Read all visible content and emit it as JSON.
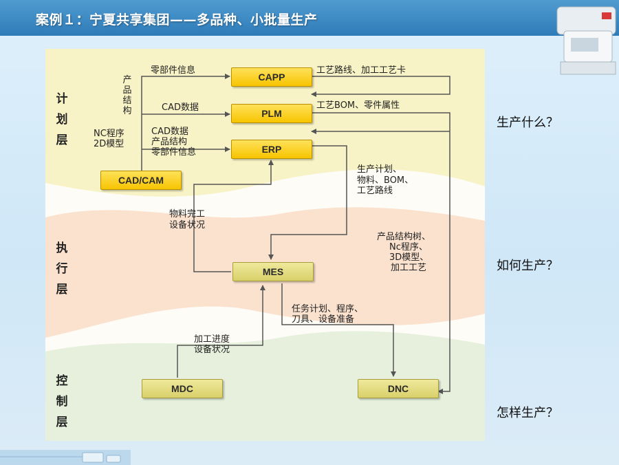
{
  "slide": {
    "title": "案例１：宁夏共享集团——多品种、小批量生产"
  },
  "layers": {
    "plan": "计划层",
    "exec": "执行层",
    "control": "控制层"
  },
  "questions": {
    "q1": "生产什么？",
    "q2": "如何生产？",
    "q3": "怎样生产？"
  },
  "nodes": {
    "capp": "CAPP",
    "plm": "PLM",
    "erp": "ERP",
    "cadcam": "CAD/CAM",
    "mes": "MES",
    "mdc": "MDC",
    "dnc": "DNC"
  },
  "edges": {
    "parts_info": "零部件信息",
    "product_structure": "产品结构",
    "cad_data": "CAD数据",
    "nc_program": "NC程序",
    "model_2d": "2D模型",
    "cad_data2": "CAD数据",
    "product_structure2": "产品结构",
    "parts_info2": "零部件信息",
    "process_route": "工艺路线、加工工艺卡",
    "bom_attr": "工艺BOM、零件属性",
    "plan1": "生产计划、",
    "plan2": "物料、BOM、",
    "plan3": "工艺路线",
    "mat1": "物料完工",
    "mat2": "设备状况",
    "dnc1": "产品结构树、",
    "dnc2": "Nc程序、",
    "dnc3": "3D模型、",
    "dnc4": "加工工艺",
    "task1": "任务计划、程序、",
    "task2": "刀具、设备准备",
    "prog1": "加工进度",
    "prog2": "设备状况"
  },
  "colors": {
    "title_bar": "#2f7bb8",
    "node_yellow": "#f7c400",
    "node_olive": "#d9d06a",
    "band_plan": "#f8f3c6",
    "band_exec": "#fbe2cf",
    "band_control": "#e6f0dc"
  }
}
